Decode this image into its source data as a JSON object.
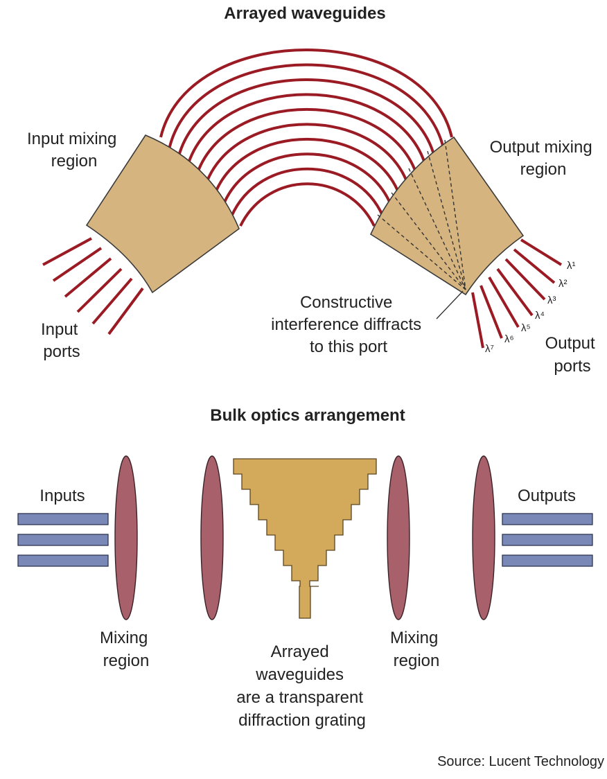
{
  "top_diagram": {
    "title": "Arrayed waveguides",
    "input_mixing_label": [
      "Input mixing",
      "region"
    ],
    "output_mixing_label": [
      "Output mixing",
      "region"
    ],
    "input_ports_label": [
      "Input",
      "ports"
    ],
    "output_ports_label": [
      "Output",
      "ports"
    ],
    "constructive_label": [
      "Constructive",
      "interference diffracts",
      "to this port"
    ],
    "wavelengths": [
      "λ¹",
      "λ²",
      "λ³",
      "λ⁴",
      "λ⁵",
      "λ⁶",
      "λ⁷"
    ]
  },
  "bottom_diagram": {
    "title": "Bulk optics arrangement",
    "inputs_label": "Inputs",
    "outputs_label": "Outputs",
    "left_mixing_label": [
      "Mixing",
      "region"
    ],
    "right_mixing_label": [
      "Mixing",
      "region"
    ],
    "grating_label": [
      "Arrayed",
      "waveguides",
      "are a transparent",
      "diffraction grating"
    ]
  },
  "source": "Source: Lucent Technology",
  "colors": {
    "waveguide": "#9b1b24",
    "region_fill": "#d6b47f",
    "lens_fill": "#a8606a",
    "port_bar_fill": "#7a88b8",
    "grating_fill": "#d3a95c"
  }
}
